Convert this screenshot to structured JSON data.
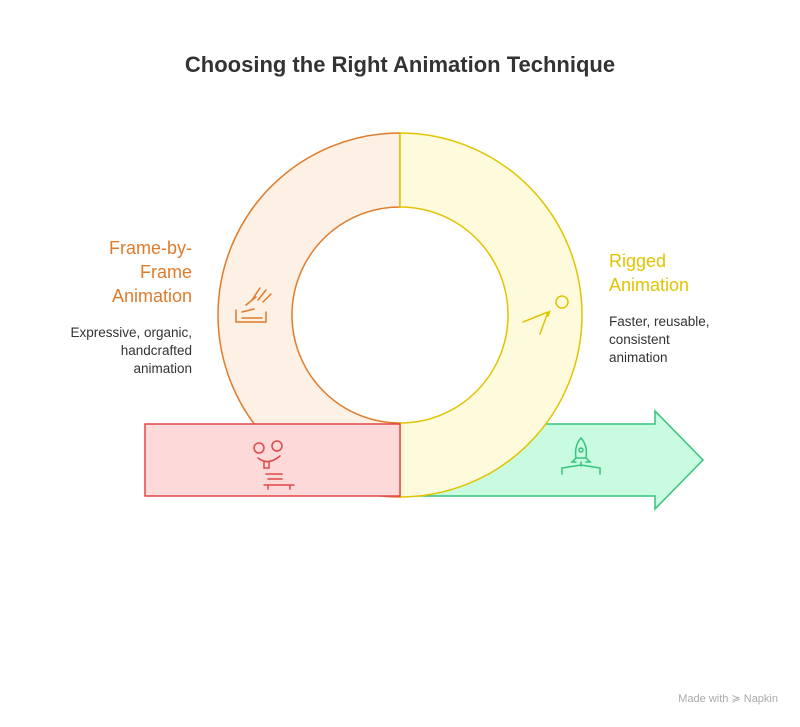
{
  "title": "Choosing the Right Animation Technique",
  "frame_by_frame": {
    "title_lines": [
      "Frame-by-",
      "Frame",
      "Animation"
    ],
    "desc_lines": [
      "Expressive, organic,",
      "handcrafted",
      "animation"
    ],
    "color": "#e07b2a"
  },
  "rigged": {
    "title_lines": [
      "Rigged",
      "Animation"
    ],
    "desc_lines": [
      "Faster, reusable,",
      "consistent",
      "animation"
    ],
    "color": "#e0c400"
  },
  "watermark": "Made with ≽ Napkin",
  "colors": {
    "orange_fill": "#fdf0e4",
    "yellow_fill": "#fefadc",
    "red_fill": "#fdd9d9",
    "red": "#e04848",
    "green_fill": "#c9fbe0",
    "green": "#35c47c"
  }
}
